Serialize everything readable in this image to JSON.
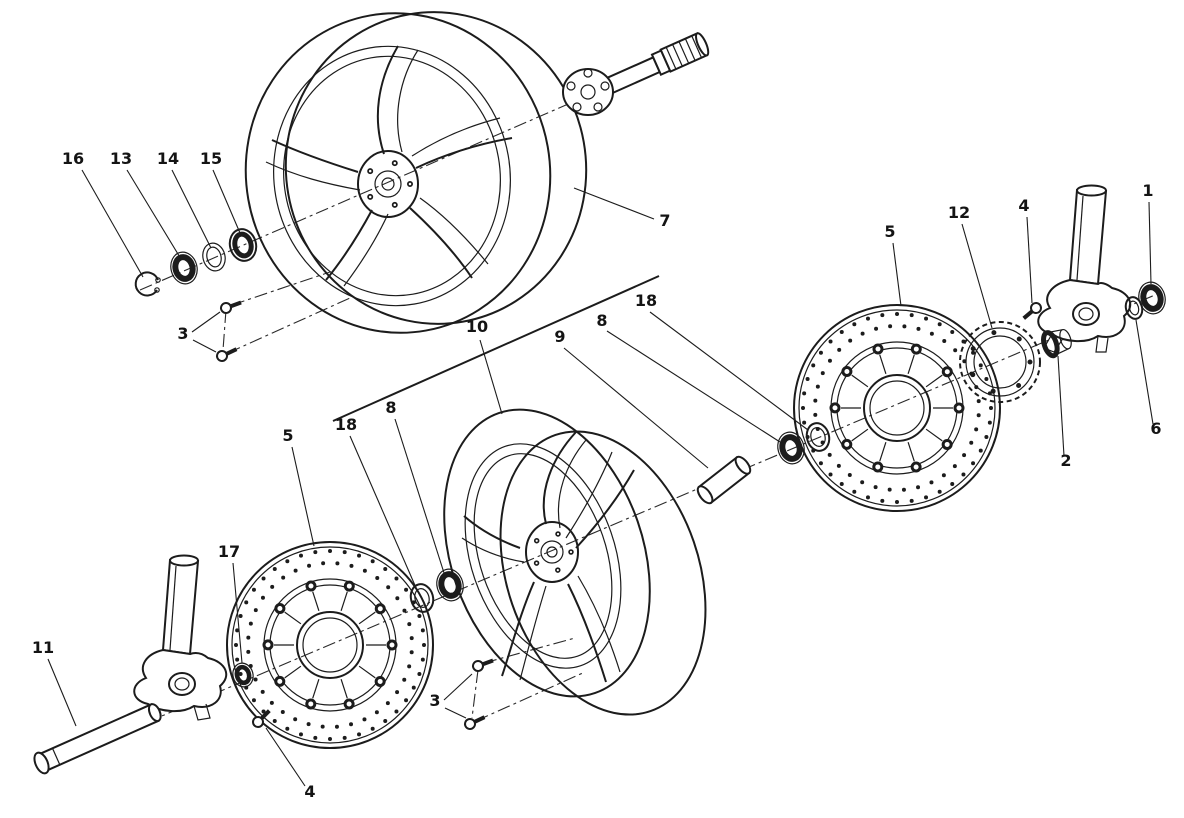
{
  "figure": {
    "background": "#ffffff",
    "ink": "#1c1c1c",
    "callouts": [
      {
        "part": "16"
      },
      {
        "part": "13"
      },
      {
        "part": "14"
      },
      {
        "part": "15"
      },
      {
        "part": "3"
      },
      {
        "part": "7"
      },
      {
        "part": "10"
      },
      {
        "part": "9"
      },
      {
        "part": "8"
      },
      {
        "part": "18"
      },
      {
        "part": "5"
      },
      {
        "part": "12"
      },
      {
        "part": "4"
      },
      {
        "part": "1"
      },
      {
        "part": "6"
      },
      {
        "part": "2"
      },
      {
        "part": "5"
      },
      {
        "part": "18"
      },
      {
        "part": "8"
      },
      {
        "part": "17"
      },
      {
        "part": "11"
      },
      {
        "part": "4"
      },
      {
        "part": "3"
      }
    ]
  }
}
